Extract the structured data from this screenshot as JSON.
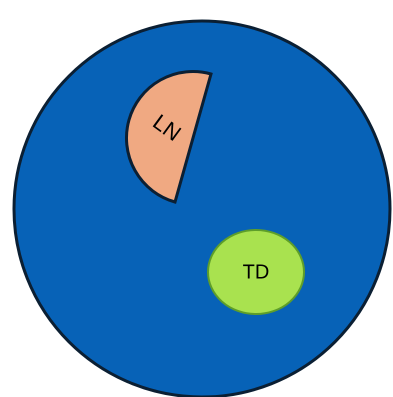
{
  "diagram": {
    "background_color": "#0762b7",
    "outline_color": "#0b1f33",
    "regions": [
      {
        "id": "ln",
        "label": "LN",
        "shape": "half-disc",
        "fill": "#f0a982"
      },
      {
        "id": "td",
        "label": "TD",
        "shape": "ellipse",
        "fill": "#a9e24f",
        "stroke": "#5e9e2a"
      }
    ]
  }
}
